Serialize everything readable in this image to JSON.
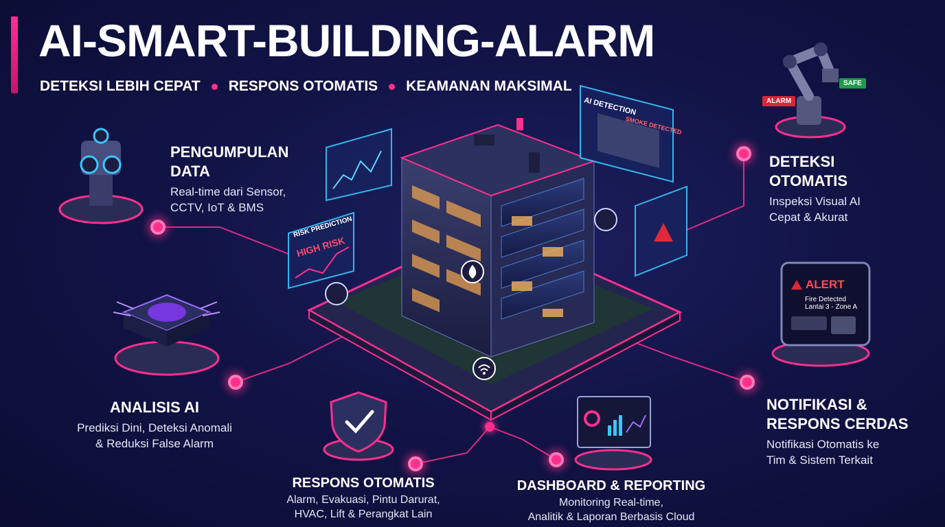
{
  "header": {
    "title": "AI-SMART-BUILDING-ALARM",
    "tagline": [
      "DETEKSI LEBIH CEPAT",
      "RESPONS OTOMATIS",
      "KEAMANAN MAKSIMAL"
    ]
  },
  "features": {
    "data_collection": {
      "title_lines": [
        "PENGUMPULAN",
        "DATA"
      ],
      "desc_lines": [
        "Real-time dari Sensor,",
        "CCTV, IoT & BMS"
      ]
    },
    "auto_detection": {
      "title_lines": [
        "DETEKSI",
        "OTOMATIS"
      ],
      "desc_lines": [
        "Inspeksi Visual AI",
        "Cepat & Akurat"
      ]
    },
    "ai_analysis": {
      "title": "ANALISIS AI",
      "desc_lines": [
        "Prediksi Dini, Deteksi Anomali",
        "& Reduksi False Alarm"
      ]
    },
    "notification": {
      "title_lines": [
        "NOTIFIKASI &",
        "RESPONS CERDAS"
      ],
      "desc_lines": [
        "Notifikasi Otomatis ke",
        "Tim & Sistem Terkait"
      ]
    },
    "auto_response": {
      "title": "RESPONS OTOMATIS",
      "desc_lines": [
        "Alarm, Evakuasi, Pintu Darurat,",
        "HVAC, Lift & Perangkat Lain"
      ]
    },
    "dashboard": {
      "title": "DASHBOARD & REPORTING",
      "desc_lines": [
        "Monitoring Real-time,",
        "Analitik & Laporan Berbasis Cloud"
      ]
    }
  },
  "panels": {
    "ai_detection": {
      "title": "AI DETECTION",
      "alert": "SMOKE DETECTED"
    },
    "risk": {
      "title": "RISK PREDICTION",
      "level": "HIGH RISK"
    },
    "robot": {
      "alarm": "ALARM",
      "safe": "SAFE"
    },
    "tablet": {
      "alert": "ALERT",
      "line1": "Fire Detected",
      "line2": "Lantai 3 - Zone A"
    }
  },
  "colors": {
    "accent": "#ff2f8e",
    "background": "#121447",
    "cyan": "#38c8ff"
  }
}
